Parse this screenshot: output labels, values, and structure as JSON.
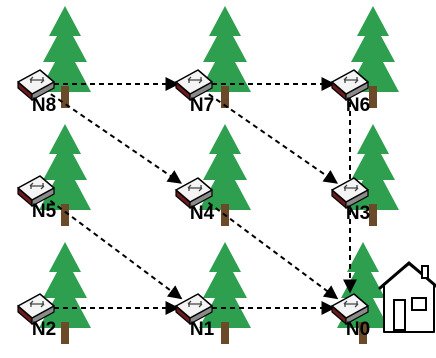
{
  "nodes": [
    {
      "id": "N0",
      "label": "N0"
    },
    {
      "id": "N1",
      "label": "N1"
    },
    {
      "id": "N2",
      "label": "N2"
    },
    {
      "id": "N3",
      "label": "N3"
    },
    {
      "id": "N4",
      "label": "N4"
    },
    {
      "id": "N5",
      "label": "N5"
    },
    {
      "id": "N6",
      "label": "N6"
    },
    {
      "id": "N7",
      "label": "N7"
    },
    {
      "id": "N8",
      "label": "N8"
    }
  ],
  "edges": [
    {
      "from": "N8",
      "to": "N7"
    },
    {
      "from": "N7",
      "to": "N6"
    },
    {
      "from": "N8",
      "to": "N4"
    },
    {
      "from": "N7",
      "to": "N3"
    },
    {
      "from": "N6",
      "to": "N0"
    },
    {
      "from": "N5",
      "to": "N1"
    },
    {
      "from": "N4",
      "to": "N0"
    },
    {
      "from": "N2",
      "to": "N1"
    },
    {
      "from": "N1",
      "to": "N0"
    }
  ],
  "colors": {
    "tree": "#2e9e4f",
    "trunk": "#6b4a2a",
    "device_body": "#f4f4f4",
    "device_side": "#6a1b1b",
    "edge": "#000000"
  },
  "icons": {
    "node": "router-icon",
    "tree": "tree-icon",
    "sink": "house-icon"
  }
}
